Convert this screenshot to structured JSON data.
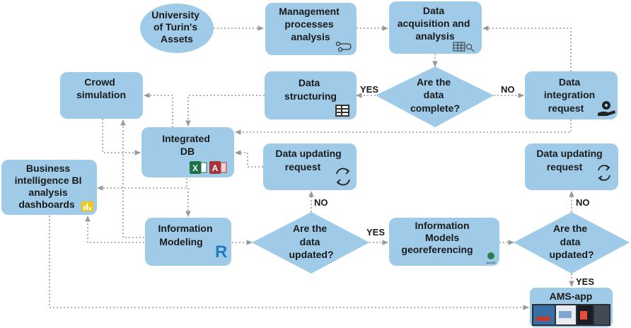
{
  "nodes": {
    "assets": [
      "University",
      "of Turin's",
      "Assets"
    ],
    "management": [
      "Management",
      "processes",
      "analysis"
    ],
    "acquisition": [
      "Data",
      "acquisition and",
      "analysis"
    ],
    "complete_q": [
      "Are the",
      "data",
      "complete?"
    ],
    "structuring": [
      "Data",
      "structuring"
    ],
    "integration_req": [
      "Data",
      "integration",
      "request"
    ],
    "crowd": [
      "Crowd",
      "simulation"
    ],
    "integrated_db": [
      "Integrated",
      "DB"
    ],
    "update_req_left": [
      "Data updating",
      "request"
    ],
    "update_req_right": [
      "Data updating",
      "request"
    ],
    "bi": [
      "Business",
      "intelligence BI",
      "analysis",
      "dashboards"
    ],
    "info_modeling": [
      "Information",
      "Modeling"
    ],
    "updated_q_left": [
      "Are the",
      "data",
      "updated?"
    ],
    "georef": [
      "Information",
      "Models",
      "georeferencing"
    ],
    "updated_q_right": [
      "Are the",
      "data",
      "updated?"
    ],
    "ams": [
      "AMS-app"
    ]
  },
  "edge_labels": {
    "yes_structuring": "YES",
    "no_integration": "NO",
    "no_left": "NO",
    "yes_left": "YES",
    "no_right": "NO",
    "yes_right": "YES"
  },
  "icons": {
    "excel_letter": "X",
    "access_letter": "A",
    "revit_letter": "R",
    "arcgis_text": "ArcGIS"
  },
  "colors": {
    "node_fill": "#9fcbe8",
    "connector": "#999999",
    "text": "#1a1a1a"
  }
}
